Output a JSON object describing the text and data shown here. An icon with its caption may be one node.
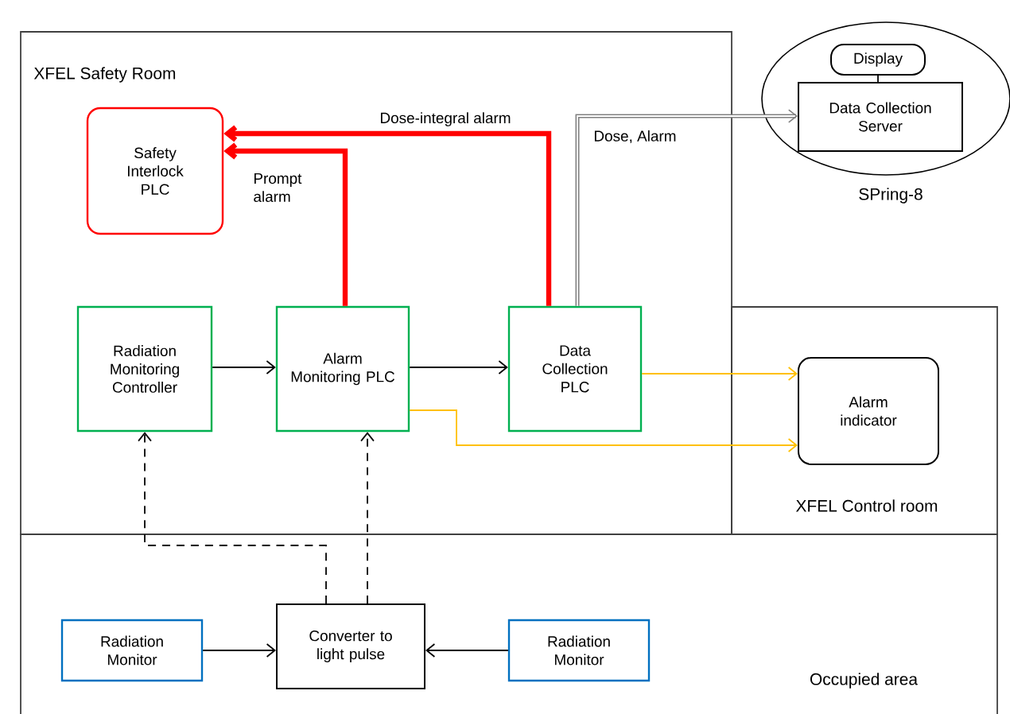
{
  "diagram": {
    "nodes": [
      {
        "text": [
          "XFEL Safety Room"
        ]
      },
      {
        "text": [
          "Safety Interlock PLC"
        ],
        "in": 0
      },
      {
        "text": [
          "Radiation Monitoring Controller"
        ],
        "in": 0
      },
      {
        "text": [
          "Alarm Monitoring PLC"
        ],
        "in": 0
      },
      {
        "text": [
          "Data Collection PLC"
        ],
        "in": 0
      },
      {
        "text": [
          "XFEL Control room"
        ]
      },
      {
        "text": [
          "Alarm indicator"
        ],
        "in": 5
      },
      {
        "text": [
          "SPring-8"
        ]
      },
      {
        "text": [
          "Data Collection Server"
        ],
        "in": 7
      },
      {
        "text": [
          "Display"
        ],
        "in": 7
      },
      {
        "text": [
          "Occupied area"
        ]
      },
      {
        "text": [
          "Radiation Monitor"
        ],
        "in": 10
      },
      {
        "text": [
          "Converter to light pulse"
        ],
        "in": 10
      },
      {
        "text": [
          "Radiation Monitor"
        ],
        "in": 10
      }
    ],
    "edges": [
      {
        "from": 4,
        "to": 1,
        "arrow": "to",
        "label": "Dose-integral alarm",
        "style": "thick",
        "color": "#ff0000"
      },
      {
        "from": 3,
        "to": 1,
        "arrow": "to",
        "label": "Prompt alarm",
        "style": "thick",
        "color": "#ff0000"
      },
      {
        "from": 4,
        "to": 8,
        "arrow": "to",
        "label": "Dose, Alarm",
        "style": "thick",
        "color": "#808080"
      },
      {
        "from": 9,
        "to": 8,
        "arrow": "none"
      },
      {
        "from": 2,
        "to": 3,
        "arrow": "to"
      },
      {
        "from": 3,
        "to": 4,
        "arrow": "to"
      },
      {
        "from": 4,
        "to": 6,
        "arrow": "to",
        "color": "#ffc000"
      },
      {
        "from": 3,
        "to": 6,
        "arrow": "to",
        "color": "#ffc000"
      },
      {
        "from": 12,
        "to": 2,
        "arrow": "to",
        "style": "dashed"
      },
      {
        "from": 12,
        "to": 3,
        "arrow": "to",
        "style": "dashed"
      },
      {
        "from": 11,
        "to": 12,
        "arrow": "to"
      },
      {
        "from": 13,
        "to": 12,
        "arrow": "to"
      }
    ]
  }
}
